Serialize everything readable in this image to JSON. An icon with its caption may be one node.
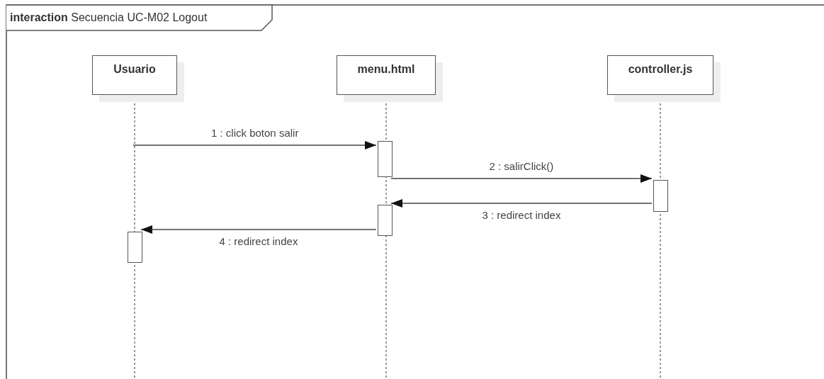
{
  "diagram": {
    "nodes": [
      {
        "text": [
          "**interaction** Secuencia UC-M02 Logout"
        ]
      },
      {
        "text": [
          "Usuario"
        ],
        "in": 0
      },
      {
        "text": [
          "menu.html"
        ],
        "in": 0
      },
      {
        "text": [
          "controller.js"
        ],
        "in": 0
      },
      {
        "text": [],
        "shape": "bar",
        "in": 2
      },
      {
        "text": [],
        "shape": "bar",
        "in": 3
      },
      {
        "text": [],
        "shape": "bar",
        "in": 2
      },
      {
        "text": [],
        "shape": "bar",
        "in": 1
      }
    ],
    "edges": [
      {
        "from": 1,
        "to": 4,
        "arrow": "to",
        "label": "1 : click boton salir"
      },
      {
        "from": 4,
        "to": 5,
        "arrow": "to",
        "label": "2 : salirClick()"
      },
      {
        "from": 5,
        "to": 6,
        "arrow": "to",
        "label": "3 : redirect index"
      },
      {
        "from": 6,
        "to": 7,
        "arrow": "to",
        "label": "4 : redirect index"
      }
    ]
  }
}
